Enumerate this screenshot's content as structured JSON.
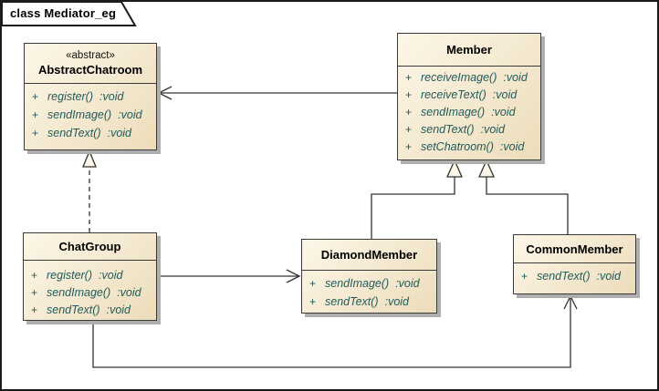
{
  "diagram": {
    "frame_label": "class Mediator_eg",
    "type": "uml-class-diagram"
  },
  "classes": [
    {
      "id": "abstractchatroom",
      "stereotype": "«abstract»",
      "name": "AbstractChatroom",
      "methods": [
        {
          "vis": "+",
          "sig": "register()",
          "ret": ":void"
        },
        {
          "vis": "+",
          "sig": "sendImage()",
          "ret": ":void"
        },
        {
          "vis": "+",
          "sig": "sendText()",
          "ret": ":void"
        }
      ]
    },
    {
      "id": "member",
      "stereotype": "",
      "name": "Member",
      "methods": [
        {
          "vis": "+",
          "sig": "receiveImage()",
          "ret": ":void"
        },
        {
          "vis": "+",
          "sig": "receiveText()",
          "ret": ":void"
        },
        {
          "vis": "+",
          "sig": "sendImage()",
          "ret": ":void"
        },
        {
          "vis": "+",
          "sig": "sendText()",
          "ret": ":void"
        },
        {
          "vis": "+",
          "sig": "setChatroom()",
          "ret": ":void"
        }
      ]
    },
    {
      "id": "chatgroup",
      "stereotype": "",
      "name": "ChatGroup",
      "methods": [
        {
          "vis": "+",
          "sig": "register()",
          "ret": ":void"
        },
        {
          "vis": "+",
          "sig": "sendImage()",
          "ret": ":void"
        },
        {
          "vis": "+",
          "sig": "sendText()",
          "ret": ":void"
        }
      ]
    },
    {
      "id": "diamondmember",
      "stereotype": "",
      "name": "DiamondMember",
      "methods": [
        {
          "vis": "+",
          "sig": "sendImage()",
          "ret": ":void"
        },
        {
          "vis": "+",
          "sig": "sendText()",
          "ret": ":void"
        }
      ]
    },
    {
      "id": "commonmember",
      "stereotype": "",
      "name": "CommonMember",
      "methods": [
        {
          "vis": "+",
          "sig": "sendText()",
          "ret": ":void"
        }
      ]
    }
  ],
  "relationships": [
    {
      "type": "association",
      "from": "Member",
      "to": "AbstractChatroom",
      "arrow": "open"
    },
    {
      "type": "realization",
      "from": "ChatGroup",
      "to": "AbstractChatroom",
      "arrow": "hollow-triangle",
      "line": "dashed"
    },
    {
      "type": "generalization",
      "from": "DiamondMember",
      "to": "Member",
      "arrow": "hollow-triangle"
    },
    {
      "type": "generalization",
      "from": "CommonMember",
      "to": "Member",
      "arrow": "hollow-triangle"
    },
    {
      "type": "association",
      "from": "ChatGroup",
      "to": "DiamondMember",
      "arrow": "open"
    },
    {
      "type": "association",
      "from": "ChatGroup",
      "to": "CommonMember",
      "arrow": "open"
    }
  ],
  "colors": {
    "frame-bg": "#ffffff",
    "box-fill-light": "#fdf7e8",
    "box-fill-dark": "#ecdcba",
    "box-border": "#3a3a3a",
    "method-text": "#1f5b5b",
    "line": "#333333",
    "shadow": "#aeaeae"
  }
}
